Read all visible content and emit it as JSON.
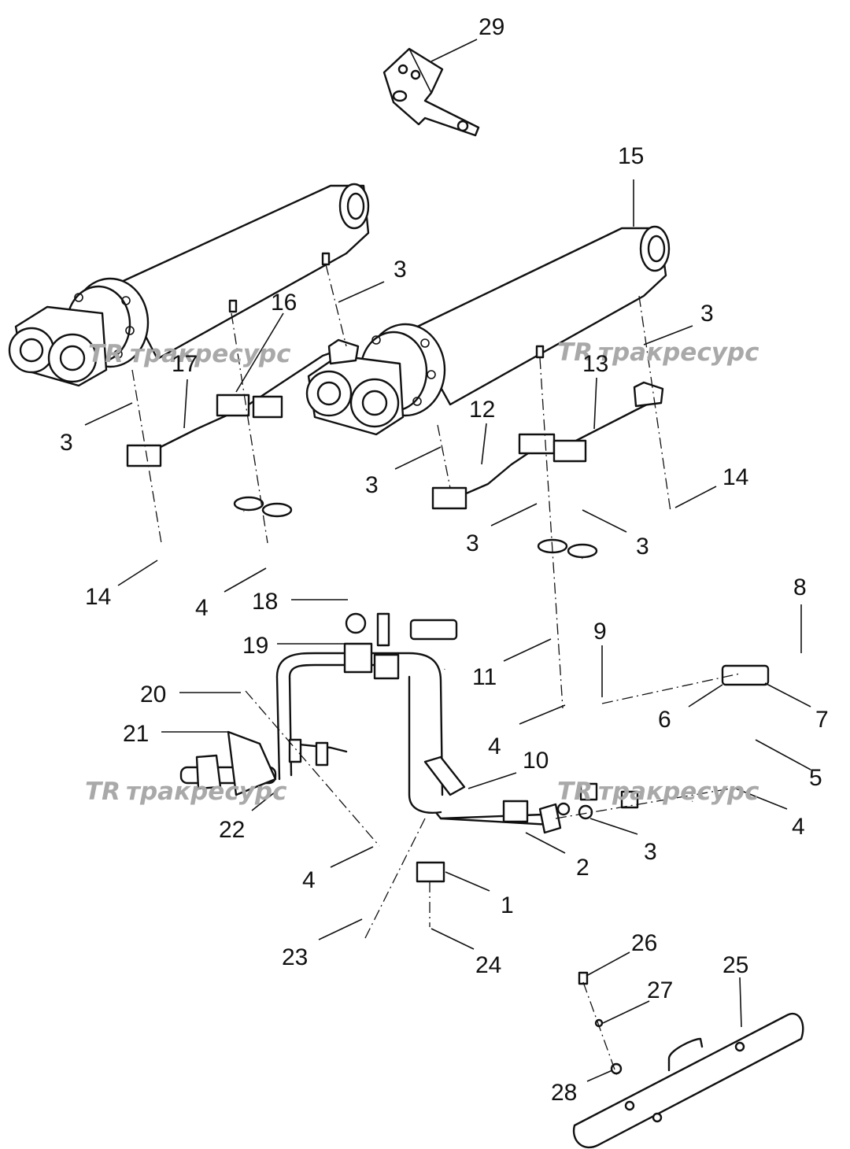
{
  "watermark": {
    "logo": "TR",
    "text": "тракресурс"
  },
  "callouts": {
    "c1": "1",
    "c2": "2",
    "c3": "3",
    "c4": "4",
    "c5": "5",
    "c6": "6",
    "c7": "7",
    "c8": "8",
    "c9": "9",
    "c10": "10",
    "c11": "11",
    "c12": "12",
    "c13": "13",
    "c14": "14",
    "c15": "15",
    "c16": "16",
    "c17": "17",
    "c18": "18",
    "c19": "19",
    "c20": "20",
    "c21": "21",
    "c22": "22",
    "c23": "23",
    "c24": "24",
    "c25": "25",
    "c26": "26",
    "c27": "27",
    "c28": "28",
    "c29": "29"
  }
}
